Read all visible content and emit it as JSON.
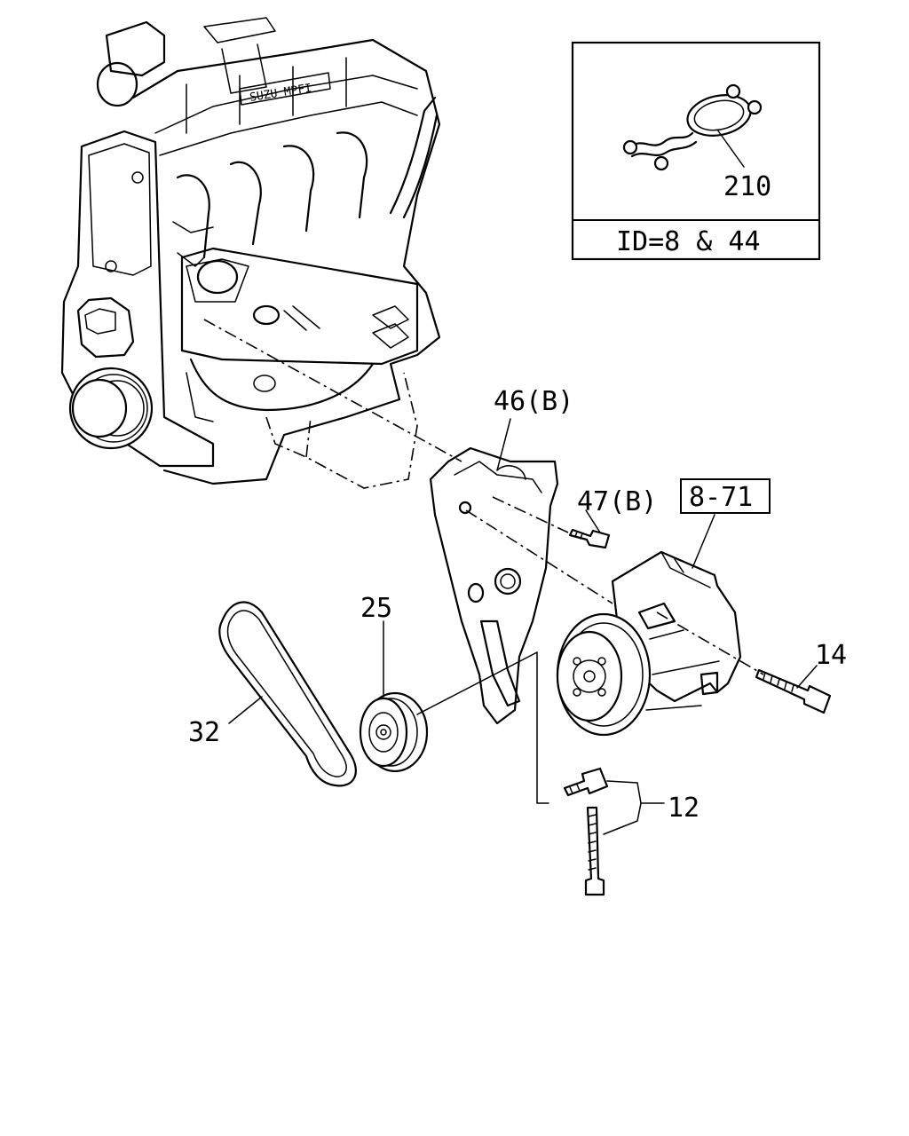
{
  "callouts": {
    "inset_part": "210",
    "inset_caption": "ID=8 & 44",
    "bracket": "46(B)",
    "bolt_47": "47(B)",
    "ref_box": "8-71",
    "idler_pulley": "25",
    "bolt_14": "14",
    "belt": "32",
    "bolts_12": "12",
    "engine_plate": "SUZU MPFI"
  }
}
